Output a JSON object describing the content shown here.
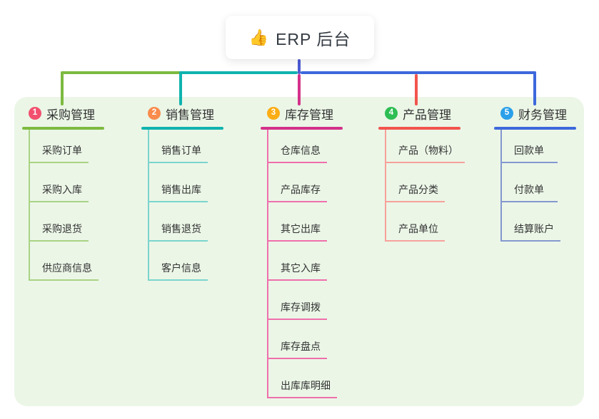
{
  "root": {
    "emoji_icon": "thumbs-up",
    "emoji": "👍",
    "label": "ERP 后台"
  },
  "colors": {
    "page_bg": "#ffffff",
    "panel_bg": "#EBF6E7",
    "root_stem": "#4C5BD4",
    "text": "#333333"
  },
  "branches": [
    {
      "badge": "1",
      "badge_color": "#F2506E",
      "label": "采购管理",
      "line_color": "#7DBA40",
      "child_line_color": "#A9D383",
      "children": [
        "采购订单",
        "采购入库",
        "采购退货",
        "供应商信息"
      ]
    },
    {
      "badge": "2",
      "badge_color": "#F98B4C",
      "label": "销售管理",
      "line_color": "#10B3AE",
      "child_line_color": "#7BD5CE",
      "children": [
        "销售订单",
        "销售出库",
        "销售退货",
        "客户信息"
      ]
    },
    {
      "badge": "3",
      "badge_color": "#FBAD15",
      "label": "库存管理",
      "line_color": "#D4318A",
      "child_line_color": "#EF6FAC",
      "children": [
        "仓库信息",
        "产品库存",
        "其它出库",
        "其它入库",
        "库存调拨",
        "库存盘点",
        "出库库明细"
      ]
    },
    {
      "badge": "4",
      "badge_color": "#2EBE54",
      "label": "产品管理",
      "line_color": "#F2544D",
      "child_line_color": "#F7A19B",
      "children": [
        "产品（物料）",
        "产品分类",
        "产品单位"
      ]
    },
    {
      "badge": "5",
      "badge_color": "#2AA0E9",
      "label": "财务管理",
      "line_color": "#3D68DC",
      "child_line_color": "#8598CF",
      "children": [
        "回款单",
        "付款单",
        "结算账户"
      ]
    }
  ]
}
